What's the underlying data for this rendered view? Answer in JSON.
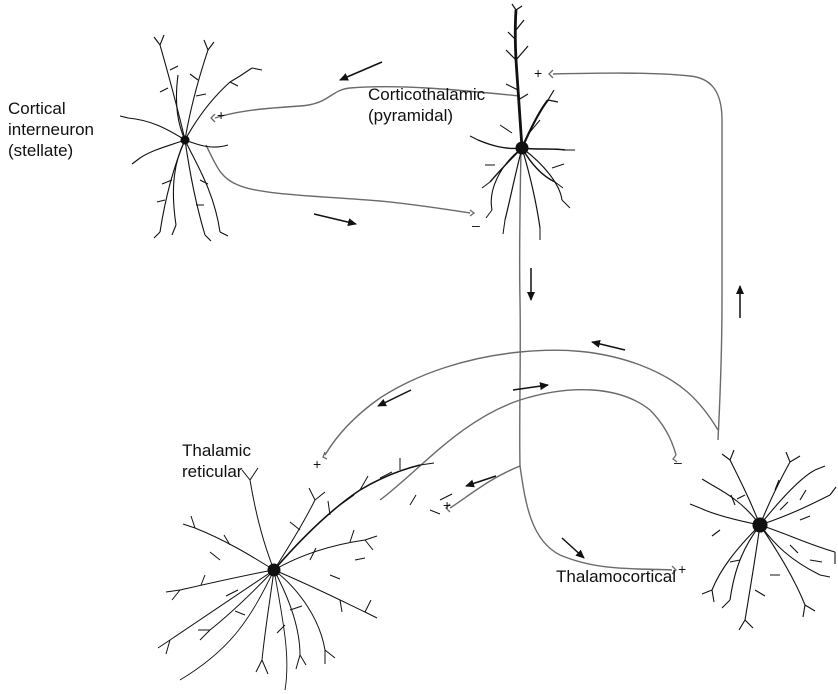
{
  "labels": {
    "cortical_interneuron": [
      "Cortical",
      "interneuron",
      "(stellate)"
    ],
    "corticothalamic": [
      "Corticothalamic",
      "(pyramidal)"
    ],
    "thalamic_reticular": [
      "Thalamic",
      "reticular"
    ],
    "thalamocortical": [
      "Thalamocortical"
    ]
  },
  "synapse_signs": {
    "plus": "+",
    "minus": "–"
  },
  "colors": {
    "axon": "#6a6a6a",
    "dendrite": "#111111",
    "arrow": "#111111"
  }
}
